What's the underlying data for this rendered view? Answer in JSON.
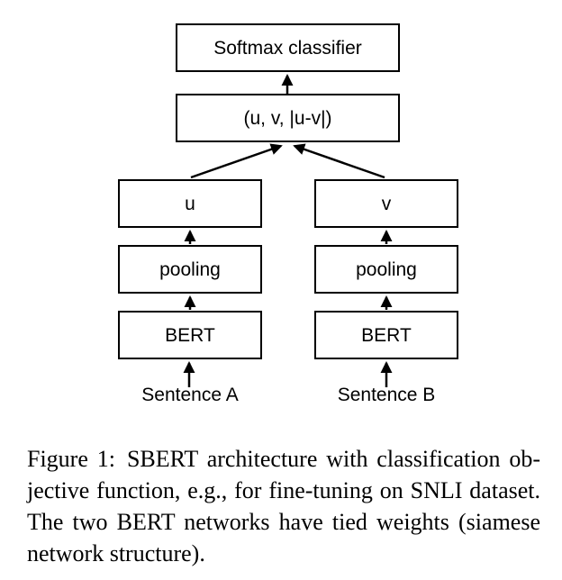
{
  "figure": {
    "boxes": {
      "softmax": "Softmax classifier",
      "concat": "(u, v, |u-v|)",
      "u": "u",
      "v": "v",
      "pooling_left": "pooling",
      "pooling_right": "pooling",
      "bert_left": "BERT",
      "bert_right": "BERT"
    },
    "inputs": {
      "sentence_a": "Sentence A",
      "sentence_b": "Sentence B"
    },
    "colors": {
      "background": "#ffffff",
      "box_border": "#000000",
      "arrow": "#000000",
      "text": "#000000"
    }
  },
  "caption": {
    "lines": [
      "Figure 1: SBERT architecture with classification ob-",
      "jective function, e.g., for fine-tuning on SNLI dataset.",
      "The two BERT networks have tied weights (siamese",
      "network structure)."
    ]
  }
}
